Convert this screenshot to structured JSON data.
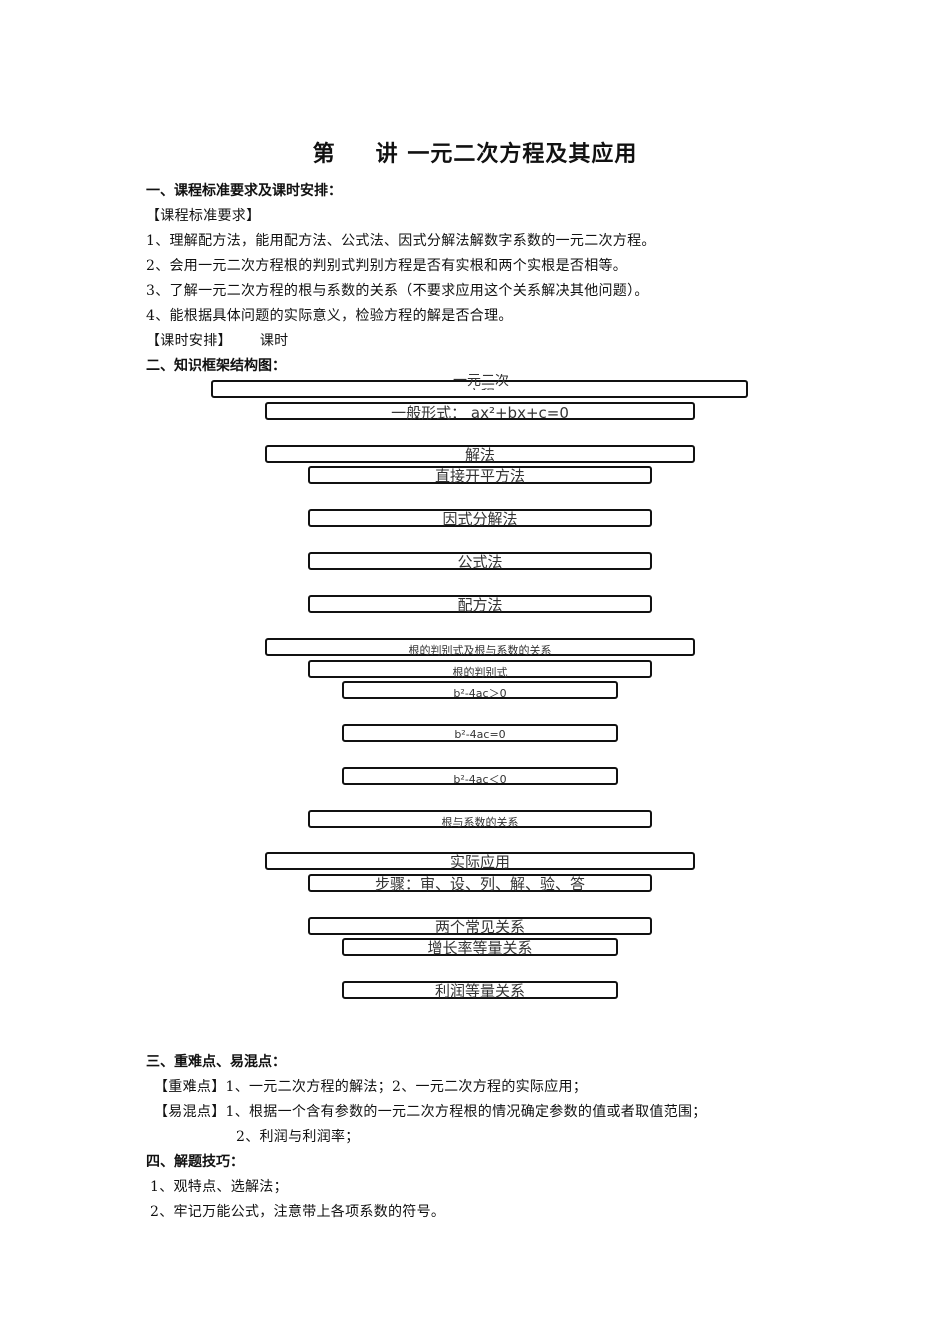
{
  "title": {
    "part1": "第",
    "part2": "讲 一元二次方程及其应用"
  },
  "section1": {
    "heading": "一、课程标准要求及课时安排：",
    "req_label": "【课程标准要求】",
    "items": [
      "1、理解配方法，能用配方法、公式法、因式分解法解数字系数的一元二次方程。",
      "2、会用一元二次方程根的判别式判别方程是否有实根和两个实根是否相等。",
      "3、了解一元二次方程的根与系数的关系（不要求应用这个关系解决其他问题）。",
      "4、能根据具体问题的实际意义，检验方程的解是否合理。"
    ],
    "schedule_label": "【课时安排】",
    "schedule_value": "课时"
  },
  "section2": {
    "heading": "二、知识框架结构图：",
    "diagram": {
      "root": "一元二次方程",
      "general_form": "一般形式： ax²+bx+c=0",
      "solutions": "解法",
      "direct_sqrt": "直接开平方法",
      "factoring": "因式分解法",
      "formula": "公式法",
      "completing_square": "配方法",
      "discriminant_group": "根的判别式及根与系数的关系",
      "discriminant": "根的判别式",
      "disc_pos": "b²-4ac＞0",
      "disc_zero": "b²-4ac=0",
      "disc_neg": "b²-4ac＜0",
      "vieta": "根与系数的关系",
      "application": "实际应用",
      "steps": "步骤：审、设、列、解、验、答",
      "two_relations": "两个常见关系",
      "growth_rate": "增长率等量关系",
      "profit": "利润等量关系"
    }
  },
  "section3": {
    "heading": "三、重难点、易混点：",
    "key_label": "【重难点】",
    "key_text": "1、一元二次方程的解法；2、一元二次方程的实际应用；",
    "confuse_label": "【易混点】",
    "confuse_text1": "1、根据一个含有参数的一元二次方程根的情况确定参数的值或者取值范围；",
    "confuse_text2": "2、利润与利润率；"
  },
  "section4": {
    "heading": "四、解题技巧：",
    "items": [
      "1、观特点、选解法；",
      "2、牢记万能公式，注意带上各项系数的符号。"
    ]
  }
}
